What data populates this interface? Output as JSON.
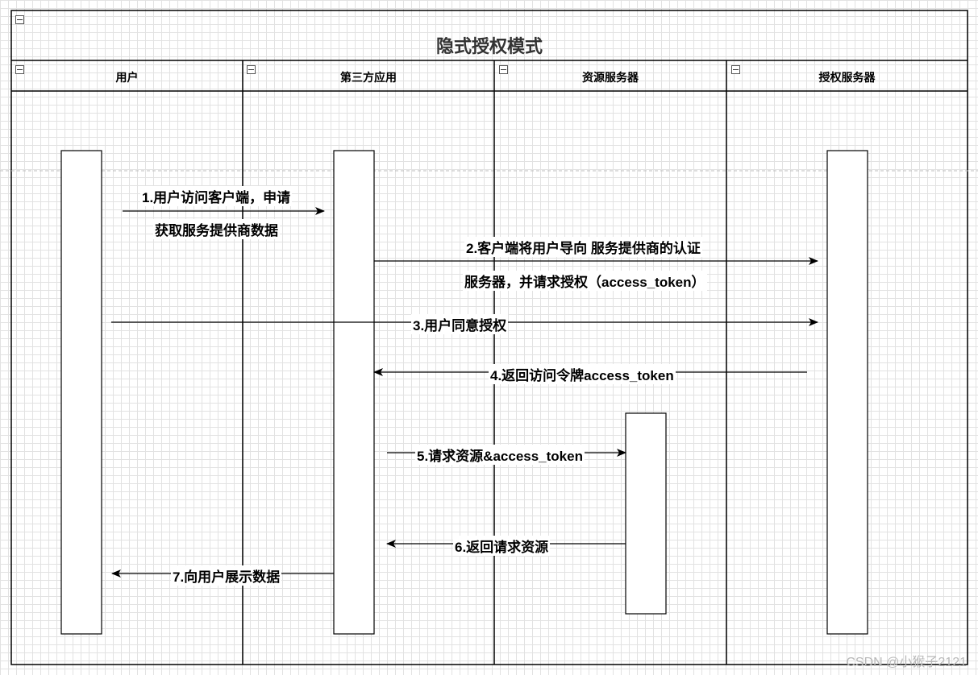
{
  "title": "隐式授权模式",
  "lanes": [
    {
      "name": "用户"
    },
    {
      "name": "第三方应用"
    },
    {
      "name": "资源服务器"
    },
    {
      "name": "授权服务器"
    }
  ],
  "messages": {
    "m1": {
      "line1": "1.用户访问客户端，申请",
      "line2": "获取服务提供商数据"
    },
    "m2": {
      "line1": "2.客户端将用户导向 服务提供商的认证",
      "line2": "服务器，并请求授权（access_token）"
    },
    "m3": "3.用户同意授权",
    "m4": "4.返回访问令牌access_token",
    "m5": "5.请求资源&access_token",
    "m6": "6.返回请求资源",
    "m7": "7.向用户展示数据"
  },
  "watermark": "CSDN @小猴子2121"
}
